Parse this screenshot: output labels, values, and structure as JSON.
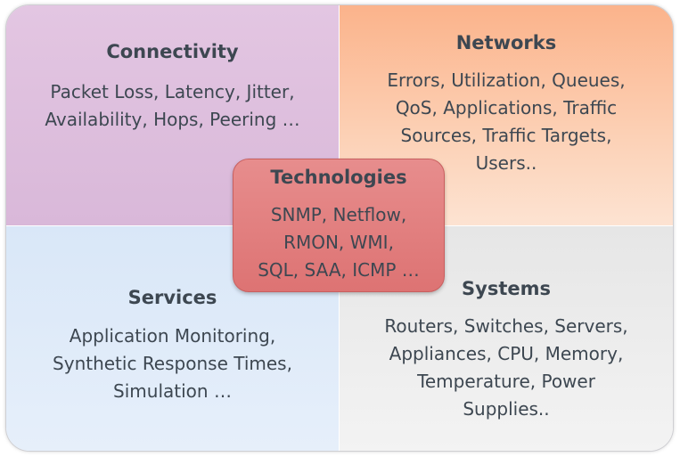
{
  "quadrants": {
    "connectivity": {
      "title": "Connectivity",
      "lines": [
        "Packet Loss, Latency,  Jitter,",
        "Availability, Hops, Peering …"
      ]
    },
    "networks": {
      "title": "Networks",
      "lines": [
        "Errors, Utilization, Queues,",
        "QoS, Applications, Traffic",
        "Sources, Traffic Targets,",
        "Users.."
      ]
    },
    "services": {
      "title": "Services",
      "lines": [
        "Application Monitoring,",
        "Synthetic Response Times,",
        "Simulation …"
      ]
    },
    "systems": {
      "title": "Systems",
      "lines": [
        "Routers, Switches, Servers,",
        "Appliances, CPU, Memory,",
        "Temperature, Power",
        "Supplies.."
      ]
    }
  },
  "center": {
    "title": "Technologies",
    "lines": [
      "SNMP, Netflow,",
      "RMON, WMI,",
      "SQL, SAA, ICMP …"
    ]
  },
  "colors": {
    "connectivity": "#dcbcdc",
    "networks": "#fbb38b",
    "services": "#dde9f8",
    "systems": "#ececec",
    "technologies": "#e07e7e",
    "text": "#3d4751"
  }
}
